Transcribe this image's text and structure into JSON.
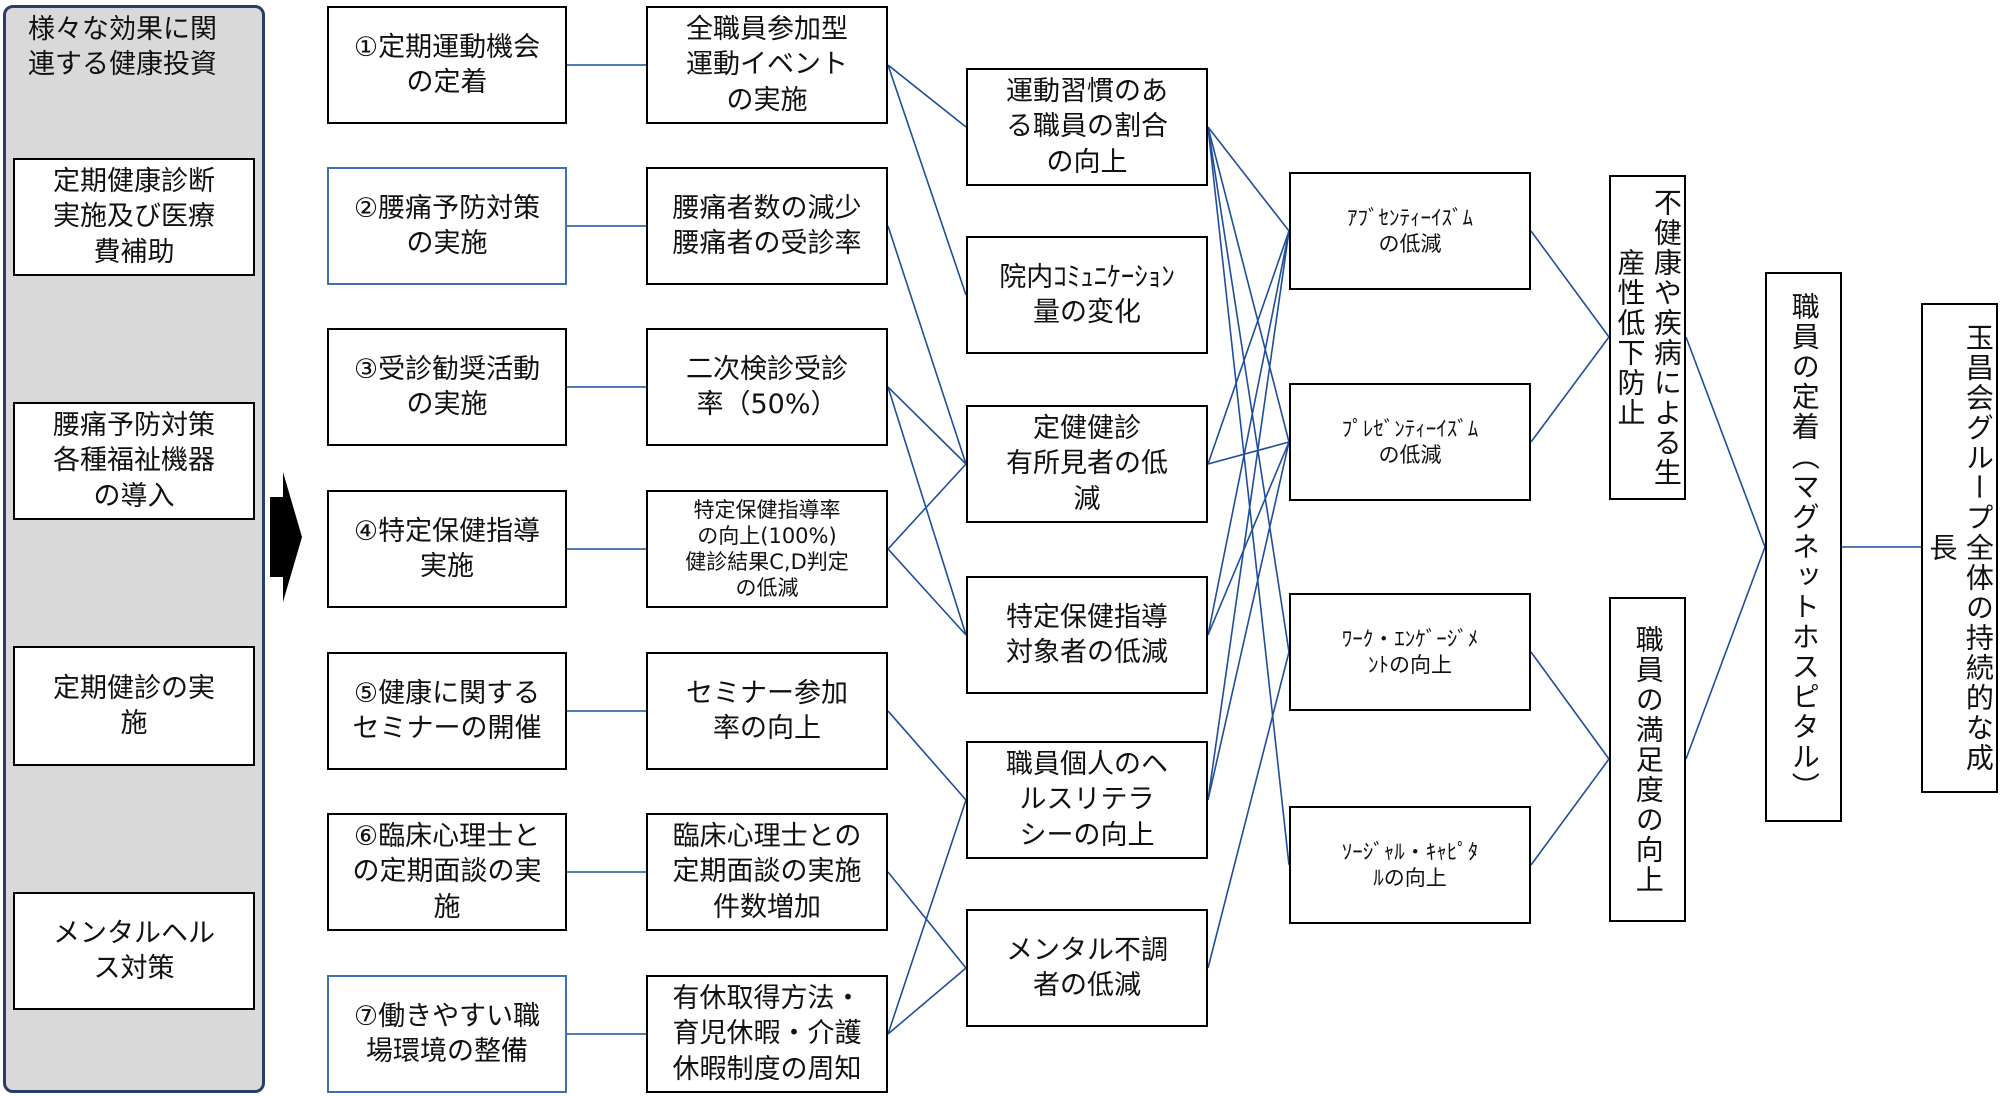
{
  "left_panel": {
    "title": "様々な効果に関\n連する健康投資",
    "items": [
      "定期健康診断\n実施及び医療\n費補助",
      "腰痛予防対策\n各種福祉機器\nの導入",
      "定期健診の実\n施",
      "メンタルヘル\nス対策"
    ]
  },
  "measures": [
    "①定期運動機会\nの定着",
    "②腰痛予防対策\nの実施",
    "③受診勧奨活動\nの実施",
    "④特定保健指導\n実施",
    "⑤健康に関する\nセミナーの開催",
    "⑥臨床心理士と\nの定期面談の実\n施",
    "⑦働きやすい職\n場環境の整備"
  ],
  "kpis": [
    "全職員参加型\n運動イベント\nの実施",
    "腰痛者数の減少\n腰痛者の受診率",
    "二次検診受診\n率（50%）",
    "特定保健指導率\nの向上(100%)\n健診結果C,D判定\nの低減",
    "セミナー参加\n率の向上",
    "臨床心理士との\n定期面談の実施\n件数増加",
    "有休取得方法・\n育児休暇・介護\n休暇制度の周知"
  ],
  "outcomes": [
    "運動習慣のあ\nる職員の割合\nの向上",
    "院内ｺﾐｭﾆｹｰｼｮﾝ\n量の変化",
    "定健健診\n有所見者の低\n減",
    "特定保健指導\n対象者の低減",
    "職員個人のヘ\nルスリテラ\nシーの向上",
    "メンタル不調\n者の低減"
  ],
  "indicators": [
    "ｱﾌﾞｾﾝﾃｨｰｲｽﾞﾑ\nの低減",
    "ﾌﾟﾚｾﾞﾝﾃｨｰｲｽﾞﾑ\nの低減",
    "ﾜｰｸ・ｴﾝｹﾞｰｼﾞﾒ\nﾝﾄの向上",
    "ｿｰｼﾞｬﾙ・ｷｬﾋﾟﾀ\nﾙの向上"
  ],
  "goals": [
    "不健康や疾病による生産性低下防止",
    "職員の満足度の向上"
  ],
  "retention": "職員の定着（マグネットホスピタル）",
  "final": "玉昌会グループ全体の持続的な成長",
  "colors": {
    "panel_border": "#2a3d66",
    "panel_fill": "#d9d9d9",
    "line": "#1f4e9c",
    "box_border": "#000000",
    "alt_border": "#3f6fb5"
  }
}
